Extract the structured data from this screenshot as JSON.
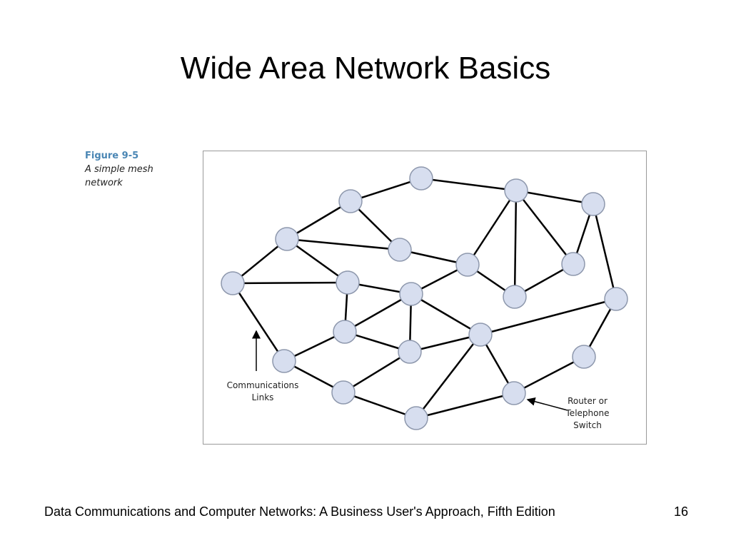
{
  "slide": {
    "title": "Wide Area Network Basics",
    "footer": "Data Communications and Computer Networks: A Business User's Approach, Fifth Edition",
    "page_number": "16"
  },
  "figure": {
    "number": "Figure 9-5",
    "caption_line1": "A simple mesh",
    "caption_line2": "network",
    "annotation_links_line1": "Communications",
    "annotation_links_line2": "Links",
    "annotation_router_line1": "Router or",
    "annotation_router_line2": "Telephone",
    "annotation_router_line3": "Switch"
  },
  "colors": {
    "node_fill": "#d7deef",
    "node_stroke": "#8e98ad",
    "link": "#000000",
    "caption_accent": "#4a86b4"
  }
}
